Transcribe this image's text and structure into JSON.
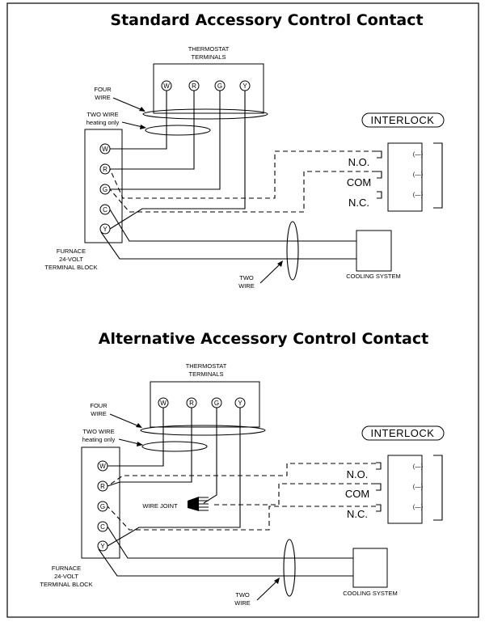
{
  "diagrams": [
    {
      "title": "Standard Accessory Control Contact",
      "thermostat_label": [
        "THERMOSTAT",
        "TERMINALS"
      ],
      "thermostat_terminals": [
        "W",
        "R",
        "G",
        "Y"
      ],
      "furnace_terminals": [
        "W",
        "R",
        "G",
        "C",
        "Y"
      ],
      "furnace_label": [
        "FURNACE",
        "24-VOLT",
        "TERMINAL BLOCK"
      ],
      "four_wire_label": [
        "FOUR",
        "WIRE"
      ],
      "two_wire_heating_label": [
        "TWO WIRE",
        "heating only"
      ],
      "two_wire_label": [
        "TWO",
        "WIRE"
      ],
      "cooling_label": "COOLING SYSTEM",
      "interlock_label": "INTERLOCK",
      "contacts": [
        "N.O.",
        "COM",
        "N.C."
      ]
    },
    {
      "title": "Alternative Accessory Control Contact",
      "thermostat_label": [
        "THERMOSTAT",
        "TERMINALS"
      ],
      "thermostat_terminals": [
        "W",
        "R",
        "G",
        "Y"
      ],
      "furnace_terminals": [
        "W",
        "R",
        "G",
        "C",
        "Y"
      ],
      "furnace_label": [
        "FURNACE",
        "24-VOLT",
        "TERMINAL BLOCK"
      ],
      "four_wire_label": [
        "FOUR",
        "WIRE"
      ],
      "two_wire_heating_label": [
        "TWO WIRE",
        "heating only"
      ],
      "two_wire_label": [
        "TWO",
        "WIRE"
      ],
      "cooling_label": "COOLING SYSTEM",
      "interlock_label": "INTERLOCK",
      "contacts": [
        "N.O.",
        "COM",
        "N.C."
      ],
      "wire_joint_label": "WIRE JOINT"
    }
  ]
}
